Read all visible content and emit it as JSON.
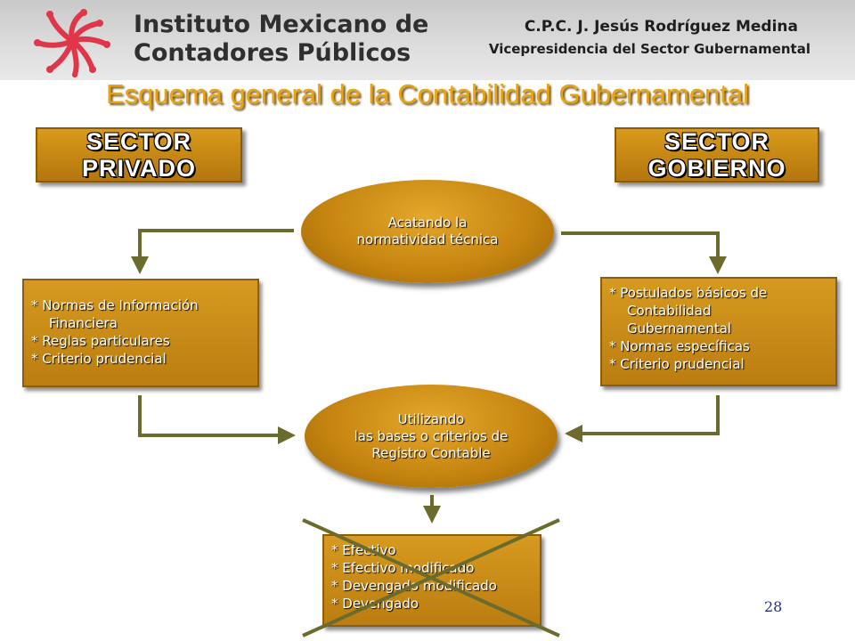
{
  "header": {
    "institute_line1": "Instituto Mexicano de",
    "institute_line2": "Contadores Públicos",
    "person_name": "C.P.C. J. Jesús Rodríguez Medina",
    "person_role": "Vicepresidencia del Sector Gubernamental"
  },
  "title": "Esquema general de la Contabilidad Gubernamental",
  "sectors": {
    "private": "SECTOR\nPRIVADO",
    "government": "SECTOR\nGOBIERNO"
  },
  "ovals": {
    "top": "Acatando la\nnormatividad técnica",
    "middle": "Utilizando\nlas bases o criterios de\nRegistro Contable"
  },
  "private_items": [
    "* Normas de Información",
    "Financiera",
    "* Reglas particulares",
    "* Criterio prudencial"
  ],
  "government_items": [
    "* Postulados básicos de",
    "Contabilidad",
    "Gubernamental",
    "* Normas específicas",
    "* Criterio prudencial"
  ],
  "bases_items": [
    "* Efectivo",
    "* Efectivo modificado",
    "* Devengado modificado",
    "* Devengado"
  ],
  "page_number": "28",
  "colors": {
    "accent": "#c4830f",
    "title": "#e8a30f",
    "connector": "#6b6b2e",
    "logo": "#e0364a"
  }
}
